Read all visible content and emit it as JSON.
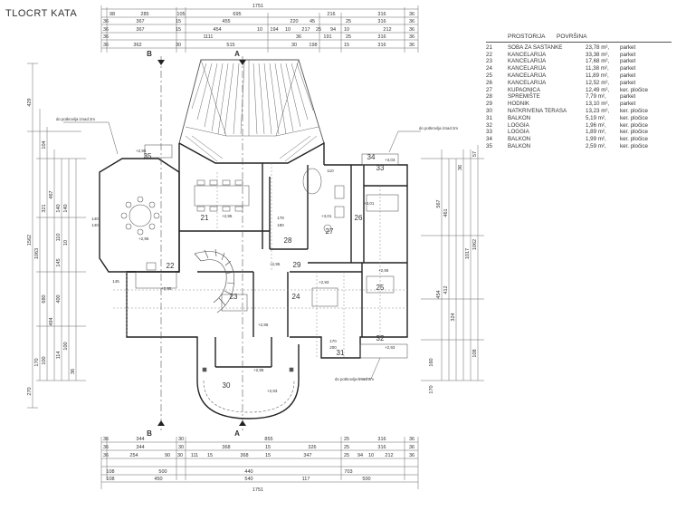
{
  "title": "TLOCRT KATA",
  "table": {
    "col_room": "PROSTORIJA",
    "col_area": "POVRŠINA",
    "rooms": [
      {
        "no": "21",
        "name": "SOBA ZA SASTANKE",
        "area": "23,78 m²,",
        "finish": "parket"
      },
      {
        "no": "22",
        "name": "KANCELARIJA",
        "area": "33,38 m²,",
        "finish": "parket"
      },
      {
        "no": "23",
        "name": "KANCELARIJA",
        "area": "17,68 m²,",
        "finish": "parket"
      },
      {
        "no": "24",
        "name": "KANCELARIJA",
        "area": "11,38 m²,",
        "finish": "parket"
      },
      {
        "no": "25",
        "name": "KANCELARIJA",
        "area": "11,89 m²,",
        "finish": "parket"
      },
      {
        "no": "26",
        "name": "KANCELARIJA",
        "area": "12,52 m²,",
        "finish": "parket"
      },
      {
        "no": "27",
        "name": "KUPAONICA",
        "area": "12,49 m²,",
        "finish": "ker. pločice"
      },
      {
        "no": "28",
        "name": "SPREMIŠTE",
        "area": "7,79 m²,",
        "finish": "parket"
      },
      {
        "no": "29",
        "name": "HODNIK",
        "area": "13,10 m²,",
        "finish": "parket"
      },
      {
        "no": "30",
        "name": "NATKRIVENA TERASA",
        "area": "13,23 m²,",
        "finish": "ker. pločice"
      },
      {
        "no": "31",
        "name": "BALKON",
        "area": "5,19 m²,",
        "finish": "ker. pločice"
      },
      {
        "no": "32",
        "name": "LOGGIA",
        "area": "1,96 m²,",
        "finish": "ker. pločice"
      },
      {
        "no": "33",
        "name": "LOGGIA",
        "area": "1,89 m²,",
        "finish": "ker. pločice"
      },
      {
        "no": "34",
        "name": "BALKON",
        "area": "1,99 m²,",
        "finish": "ker. pločice"
      },
      {
        "no": "35",
        "name": "BALKON",
        "area": "2,59 m²,",
        "finish": "ker. pločice"
      }
    ]
  },
  "drawing": {
    "section_labels": {
      "a": "A",
      "b": "B"
    },
    "room_numbers": [
      "21",
      "22",
      "23",
      "24",
      "25",
      "26",
      "27",
      "28",
      "29",
      "30",
      "31",
      "32",
      "33",
      "34",
      "35"
    ],
    "callout_text": "do potkrovlja iznad 2m",
    "top_dims": {
      "total": "1751",
      "row1": [
        "98",
        "285",
        "105",
        "695",
        "216",
        "316",
        "36"
      ],
      "row2": [
        "36",
        "367",
        "15",
        "455",
        "220",
        "45",
        "25",
        "316",
        "36"
      ],
      "row3": [
        "36",
        "367",
        "15",
        "454",
        "10",
        "194",
        "10",
        "217",
        "25",
        "94",
        "10",
        "212",
        "36"
      ],
      "row4": [
        "36",
        "1111",
        "36",
        "191",
        "25",
        "316",
        "36"
      ],
      "row5": [
        "36",
        "362",
        "30",
        "515",
        "30",
        "198",
        "15",
        "316",
        "36"
      ]
    },
    "bottom_dims": {
      "total": "1751",
      "row1": [
        "36",
        "344",
        "30",
        "855",
        "25",
        "316",
        "36"
      ],
      "row2": [
        "36",
        "344",
        "30",
        "368",
        "15",
        "326",
        "25",
        "316",
        "36"
      ],
      "row3": [
        "36",
        "254",
        "90",
        "30",
        "111",
        "15",
        "368",
        "15",
        "347",
        "25",
        "94",
        "10",
        "212",
        "36"
      ],
      "row4": [
        "108",
        "500",
        "440",
        "703"
      ],
      "row5": [
        "108",
        "450",
        "540",
        "117",
        "500"
      ]
    },
    "left_dims": [
      "429",
      "1562",
      "1063",
      "680",
      "494",
      "270",
      "170",
      "321",
      "467",
      "100",
      "104",
      "140",
      "140",
      "145",
      "400",
      "110",
      "10",
      "100",
      "114",
      "36"
    ],
    "right_dims": [
      "567",
      "461",
      "454",
      "412",
      "324",
      "160",
      "170",
      "1017",
      "1062",
      "108",
      "36",
      "57"
    ],
    "interior_labels": [
      "140",
      "140",
      "178",
      "180",
      "110",
      "145",
      "170",
      "200"
    ],
    "levels": [
      "+2,95",
      "+2,95",
      "+2,95",
      "+2,95",
      "+3,01",
      "+3,01",
      "+2,95",
      "+2,93",
      "+2,93",
      "+2,95",
      "+2,95",
      "+2,93",
      "+2,95",
      "+3,03"
    ]
  }
}
